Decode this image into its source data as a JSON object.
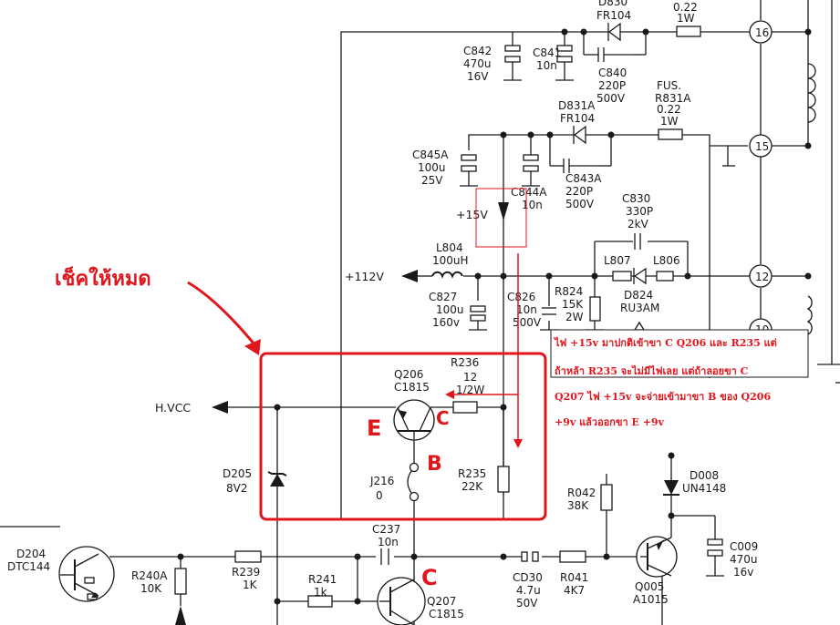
{
  "labels": {
    "d830": "D830",
    "fr104_top": "FR104",
    "r_top_val": "0.22",
    "r_top_w": "1W",
    "c842": "C842",
    "c842_val": "470u",
    "c842_v": "16V",
    "c841": "C841",
    "c841_val": "10n",
    "c840": "C840",
    "c840_val": "220P",
    "c840_v": "500V",
    "d831a": "D831A",
    "fr104_mid": "FR104",
    "fus": "FUS.",
    "r831a": "R831A",
    "r831a_val": "0.22",
    "r831a_w": "1W",
    "c845a": "C845A",
    "c845a_val": "100u",
    "c845a_v": "25V",
    "c844a": "C844A",
    "c844a_val": "10n",
    "c843a": "C843A",
    "c843a_val": "220P",
    "c843a_v": "500V",
    "plus15v": "+15V",
    "c830": "C830",
    "c830_val": "330P",
    "c830_v": "2kV",
    "l804": "L804",
    "l804_val": "100uH",
    "l807": "L807",
    "l806": "L806",
    "plus112v": "+112V",
    "c827": "C827",
    "c827_val": "100u",
    "c827_v": "160v",
    "c826": "C826",
    "c826_val": "10n",
    "c826_v": "500V",
    "r824": "R824",
    "r824_val": "15K",
    "r824_w": "2W",
    "d824": "D824",
    "d824_val": "RU3AM",
    "q206": "Q206",
    "q206_val": "C1815",
    "r236": "R236",
    "r236_val": "12",
    "r236_w": "1/2W",
    "hvcc": "H.VCC",
    "d205": "D205",
    "d205_val": "8V2",
    "j216": "J216",
    "j216_val": "0",
    "r235": "R235",
    "r235_val": "22K",
    "d008": "D008",
    "d008_val": "UN4148",
    "r042": "R042",
    "r042_val": "38K",
    "c009": "C009",
    "c009_val": "470u",
    "c009_v": "16v",
    "c237": "C237",
    "c237_val": "10n",
    "d204": "D204",
    "d204_val": "DTC144",
    "r240a": "R240A",
    "r240a_val": "10K",
    "r239": "R239",
    "r239_val": "1K",
    "r241": "R241",
    "r241_val": "1k",
    "q207": "Q207",
    "q207_val": "C1815",
    "cd30": "CD30",
    "cd30_val": "4.7u",
    "cd30_v": "50V",
    "r041": "R041",
    "r041_val": "4K7",
    "q005": "Q005",
    "q005_val": "A1015",
    "pin16": "16",
    "pin15": "15",
    "pin12": "12",
    "pin10": "10"
  },
  "annotations": {
    "check_all": "เช็คให้หมด",
    "note_line1": "ไฟ +15v มาปกติเข้าขา C Q206 และ R235 แต่",
    "note_line2": "ถ้าหล้า R235 จะไม่มีไฟเลย แต่ถ้าลอยขา C",
    "note_line3": "Q207 ไฟ +15v จะจ่ายเข้ามาขา B ของ Q206",
    "note_line4": "+9v แล้วออกขา E +9v",
    "hand_E": "E",
    "hand_C1": "C",
    "hand_B": "B",
    "hand_C2": "C"
  }
}
